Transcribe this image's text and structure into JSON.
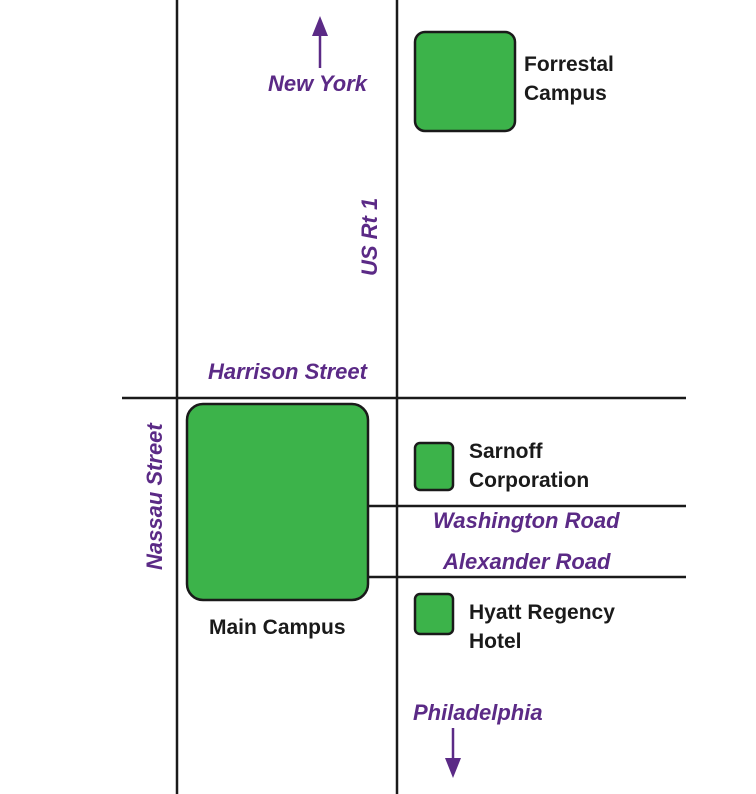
{
  "colors": {
    "road_line": "#1a1a1a",
    "label_purple": "#5b2a86",
    "campus_green": "#3cb34a",
    "place_text": "#1a1a1a"
  },
  "roads": {
    "us_rt_1": "US Rt 1",
    "nassau_street": "Nassau Street",
    "harrison_street": "Harrison Street",
    "washington_road": "Washington Road",
    "alexander_road": "Alexander Road"
  },
  "directions": {
    "north": "New York",
    "south": "Philadelphia"
  },
  "places": {
    "forrestal": {
      "line1": "Forrestal",
      "line2": "Campus"
    },
    "main_campus": "Main Campus",
    "sarnoff": {
      "line1": "Sarnoff",
      "line2": "Corporation"
    },
    "hyatt": {
      "line1": "Hyatt Regency",
      "line2": "Hotel"
    }
  }
}
